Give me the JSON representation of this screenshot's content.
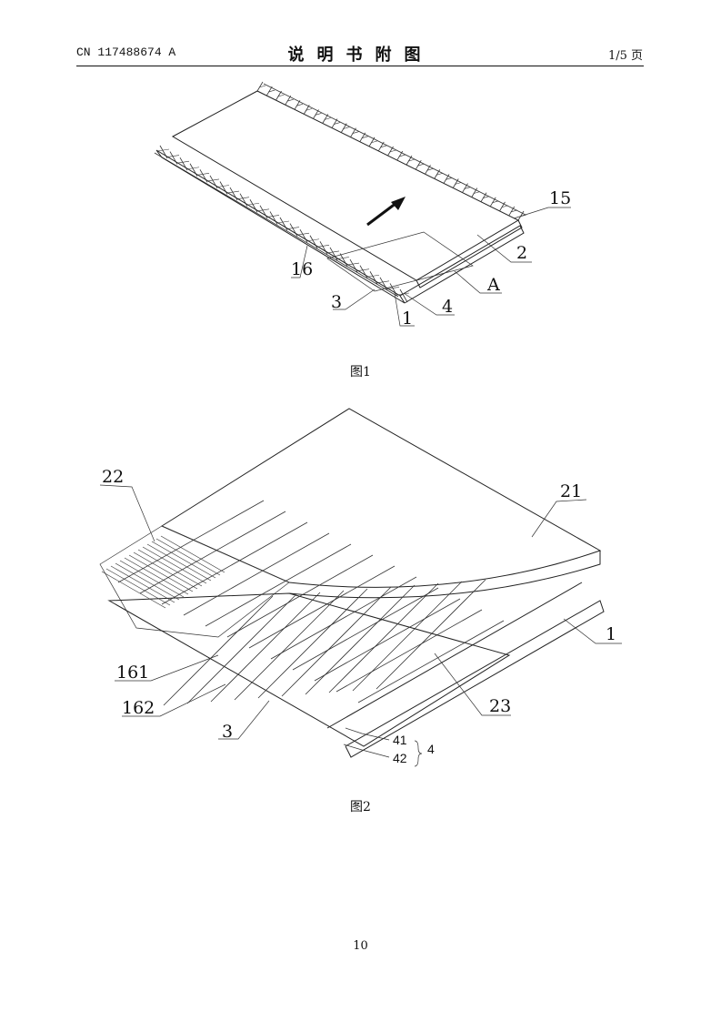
{
  "header": {
    "publication_number": "CN 117488674 A",
    "title": "说明书附图",
    "page_count": "1/5 页"
  },
  "figure1": {
    "caption": "图1",
    "labels": {
      "l15": "15",
      "l2": "2",
      "l16": "16",
      "lA": "A",
      "l3": "3",
      "l1": "1",
      "l4": "4"
    }
  },
  "figure2": {
    "caption": "图2",
    "labels": {
      "l22": "22",
      "l21": "21",
      "l1": "1",
      "l161": "161",
      "l162": "162",
      "l23": "23",
      "l3": "3",
      "l41": "41",
      "l42": "42",
      "l4": "4"
    }
  },
  "footer": {
    "page_number": "10"
  }
}
